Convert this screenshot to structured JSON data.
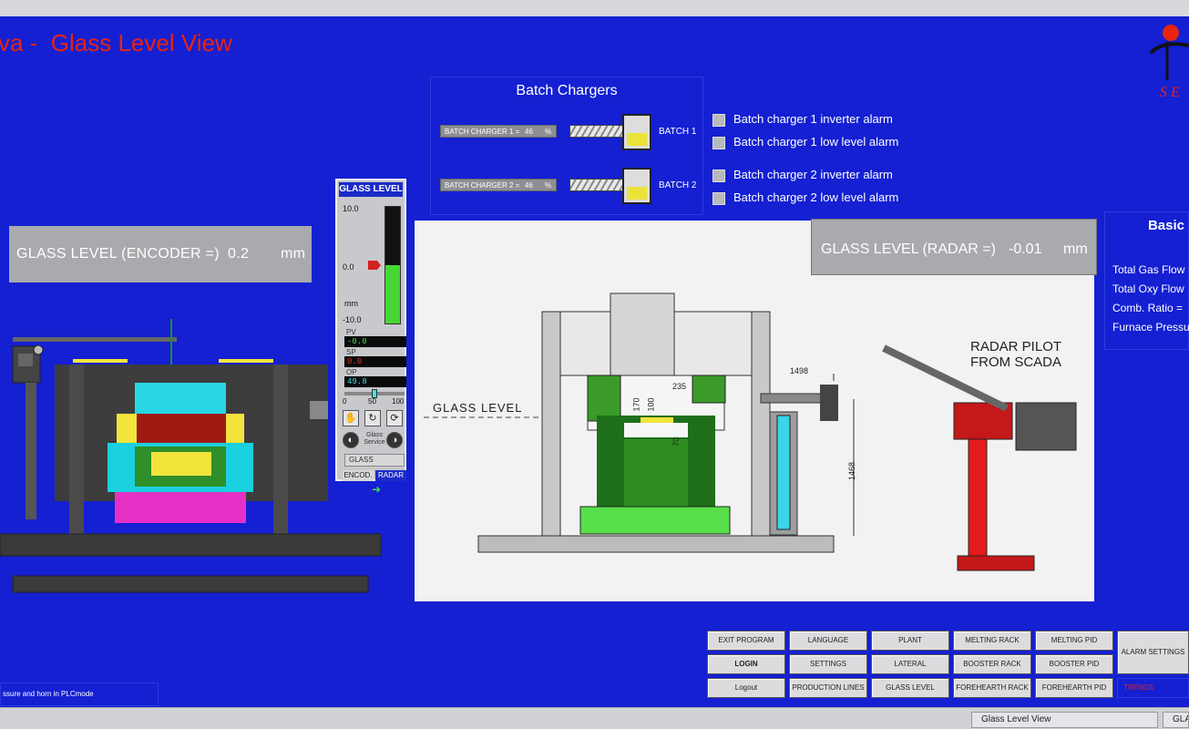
{
  "header": {
    "title": "va -  Glass Level View"
  },
  "encoder": {
    "label": "GLASS LEVEL (ENCODER =)",
    "value": "0.2",
    "unit": "mm"
  },
  "radar": {
    "label": "GLASS LEVEL (RADAR =)",
    "value": "-0.01",
    "unit": "mm"
  },
  "batch_chargers": {
    "title": "Batch Chargers",
    "items": [
      {
        "label": "BATCH CHARGER 1 =",
        "value": "46",
        "unit": "%",
        "batch": "BATCH 1"
      },
      {
        "label": "BATCH CHARGER 2 =",
        "value": "46",
        "unit": "%",
        "batch": "BATCH 2"
      }
    ]
  },
  "alarms": [
    "Batch charger 1 inverter alarm",
    "Batch charger 1 low level alarm",
    "Batch charger 2 inverter alarm",
    "Batch charger 2 low level alarm"
  ],
  "faceplate": {
    "title": "GLASS LEVEL",
    "scale_top": "10.0",
    "scale_mid": "0.0",
    "scale_unit": "mm",
    "scale_bottom": "-10.0",
    "pv_label": "PV",
    "pv": "-0.0",
    "sp_label": "SP",
    "sp": "0.0",
    "op_label": "OP",
    "op": "49.8",
    "op_fraction": 0.498,
    "slider_min": "0",
    "slider_mid": "50",
    "slider_max": "100",
    "service_label": "Glass Service",
    "field": "GLASS",
    "tab_encoder": "ENCOD.",
    "tab_radar": "RADAR",
    "colors": {
      "fill": "#46d634",
      "marker": "#d32020"
    }
  },
  "drawing": {
    "glass_level_label": "GLASS LEVEL",
    "dim_1498": "1498",
    "dim_235": "235",
    "dim_170": "170",
    "dim_100": "100",
    "dim_70": "70",
    "dim_1468": "1468",
    "radar_pilot_line1": "RADAR PILOT",
    "radar_pilot_line2": "FROM SCADA"
  },
  "basic": {
    "title": "Basic",
    "items": [
      "Total Gas Flow",
      "Total Oxy Flow",
      "Comb. Ratio =",
      "Furnace Pressu"
    ]
  },
  "logo": {
    "letters": "S E"
  },
  "nav": {
    "row1": [
      "EXIT PROGRAM",
      "LANGUAGE",
      "PLANT",
      "MELTING RACK",
      "MELTING PID"
    ],
    "row2": [
      "LOGIN",
      "SETTINGS",
      "LATERAL",
      "BOOSTER RACK",
      "BOOSTER PID"
    ],
    "row3": [
      "Logout",
      "PRODUCTION LINES",
      "GLASS LEVEL",
      "FOREHEARTH RACK",
      "FOREHEARTH PID"
    ],
    "alarm_settings": "ALARM SETTINGS",
    "trends": "TRENDS"
  },
  "status": {
    "message": "ssure and horn in PLCmode"
  },
  "taskbar": {
    "window1": "Glass Level View",
    "window2": "GLA"
  }
}
